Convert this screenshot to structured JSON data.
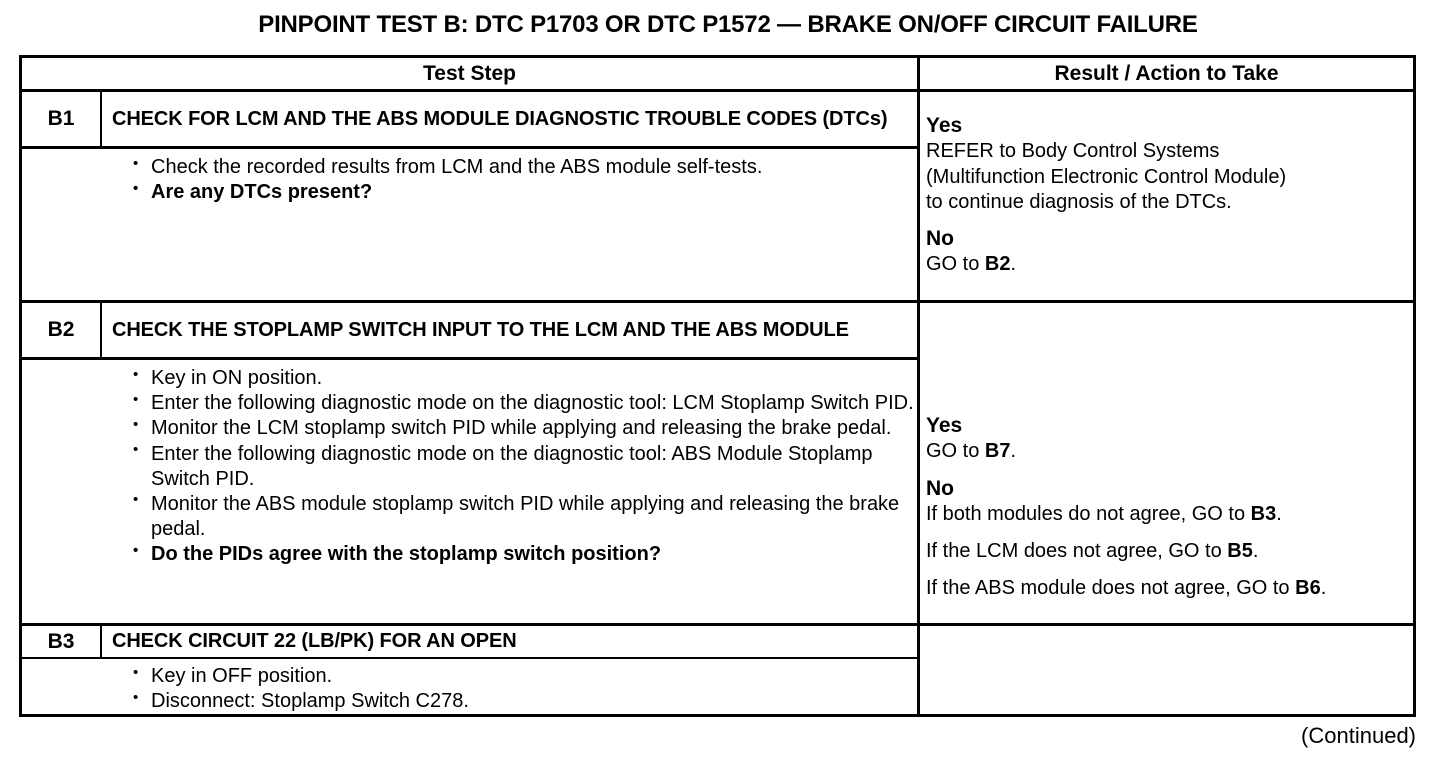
{
  "document": {
    "title": "PINPOINT TEST B: DTC P1703 OR DTC P1572 — BRAKE ON/OFF CIRCUIT FAILURE",
    "footer_note": "(Continued)"
  },
  "table": {
    "headers": {
      "test_step": "Test Step",
      "result_action": "Result / Action to Take"
    },
    "steps": [
      {
        "id": "B1",
        "title": "CHECK FOR LCM AND THE ABS MODULE DIAGNOSTIC TROUBLE CODES (DTCs)",
        "bullets": [
          {
            "text": "Check the recorded results from LCM and the ABS module self-tests.",
            "bold": false
          },
          {
            "text": "Are any DTCs present?",
            "bold": true
          }
        ],
        "result": {
          "yes_label": "Yes",
          "yes_lines": [
            "REFER to Body Control Systems",
            "(Multifunction Electronic Control Module)",
            " to continue diagnosis of the DTCs."
          ],
          "no_label": "No",
          "no_lines": [
            {
              "prefix": "GO to ",
              "ref": "B2",
              "suffix": "."
            }
          ]
        }
      },
      {
        "id": "B2",
        "title": "CHECK THE STOPLAMP SWITCH INPUT TO THE LCM AND THE ABS MODULE",
        "bullets": [
          {
            "text": "Key in ON position.",
            "bold": false
          },
          {
            "text": "Enter the following diagnostic mode on the diagnostic tool: LCM Stoplamp Switch PID.",
            "bold": false
          },
          {
            "text": "Monitor the LCM stoplamp switch PID while applying and releasing the brake pedal.",
            "bold": false
          },
          {
            "text": "Enter the following diagnostic mode on the diagnostic tool: ABS Module Stoplamp Switch PID.",
            "bold": false
          },
          {
            "text": "Monitor the ABS module stoplamp switch PID while applying and releasing the brake pedal.",
            "bold": false
          },
          {
            "text": "Do the PIDs agree with the stoplamp switch position?",
            "bold": true
          }
        ],
        "result": {
          "yes_label": "Yes",
          "yes_lines": [],
          "yes_ref_line": {
            "prefix": "GO to ",
            "ref": "B7",
            "suffix": "."
          },
          "no_label": "No",
          "no_lines": [
            {
              "prefix": "If both modules do not agree, GO to ",
              "ref": "B3",
              "suffix": "."
            },
            {
              "prefix": "If the LCM does not agree, GO to ",
              "ref": "B5",
              "suffix": "."
            },
            {
              "prefix": "If the ABS module does not agree, GO to ",
              "ref": "B6",
              "suffix": "."
            }
          ]
        }
      },
      {
        "id": "B3",
        "title": "CHECK CIRCUIT 22 (LB/PK) FOR AN OPEN",
        "bullets": [
          {
            "text": "Key in OFF position.",
            "bold": false
          },
          {
            "text": "Disconnect: Stoplamp Switch C278.",
            "bold": false
          }
        ],
        "result": null
      }
    ]
  }
}
